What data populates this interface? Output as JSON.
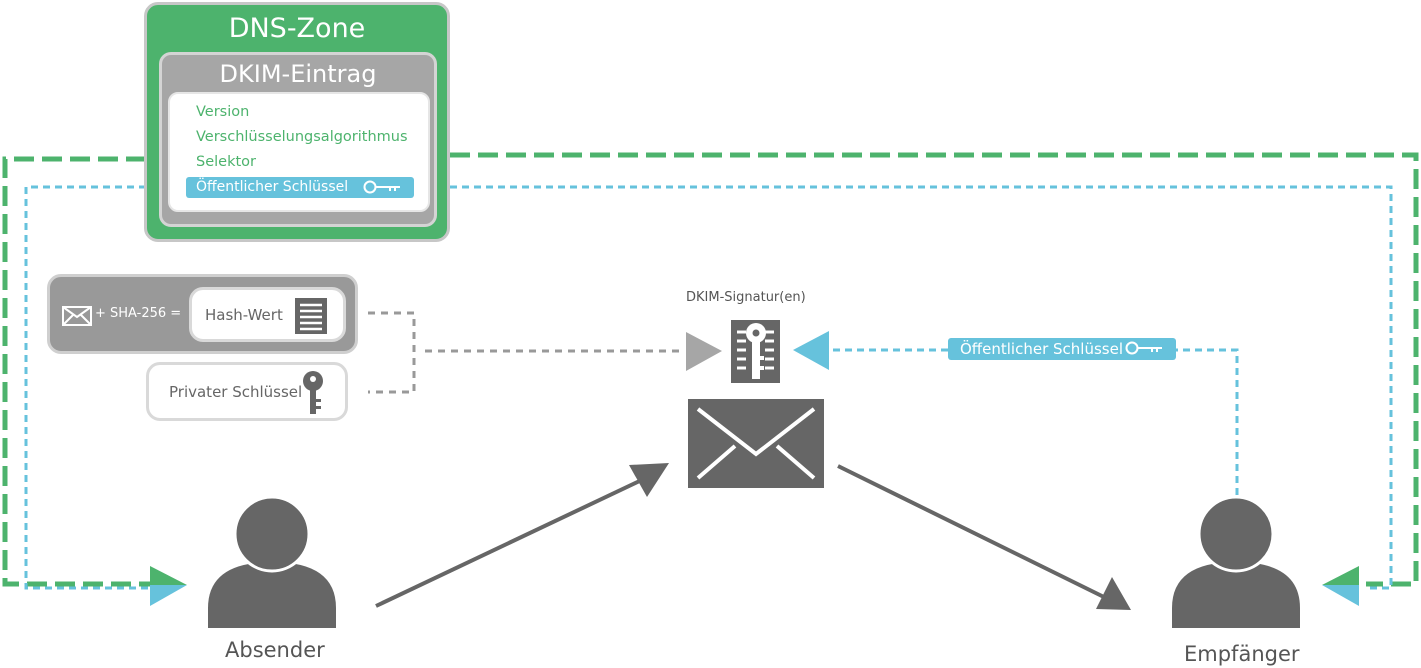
{
  "dns_zone": {
    "title": "DNS-Zone",
    "dkim_entry": {
      "title": "DKIM-Eintrag",
      "fields": [
        "Version",
        "Verschlüsselungsalgorithmus",
        "Selektor"
      ],
      "public_key_field": "Öffentlicher Schlüssel"
    }
  },
  "hash": {
    "formula_text": "+ SHA-256 =",
    "result_label": "Hash-Wert"
  },
  "private_key": {
    "label": "Privater Schlüssel"
  },
  "signature": {
    "label": "DKIM-Signatur(en)"
  },
  "public_key_tag": {
    "label": "Öffentlicher Schlüssel"
  },
  "sender": {
    "label": "Absender"
  },
  "recipient": {
    "label": "Empfänger"
  },
  "colors": {
    "green": "#4db36d",
    "blue": "#66c2dc",
    "dark_gray": "#666666",
    "mid_gray": "#999999",
    "light_gray": "#d9d9d9"
  },
  "icons": [
    "envelope-icon",
    "document-icon",
    "key-icon",
    "signature-key-icon",
    "person-icon",
    "arrow-icon"
  ]
}
